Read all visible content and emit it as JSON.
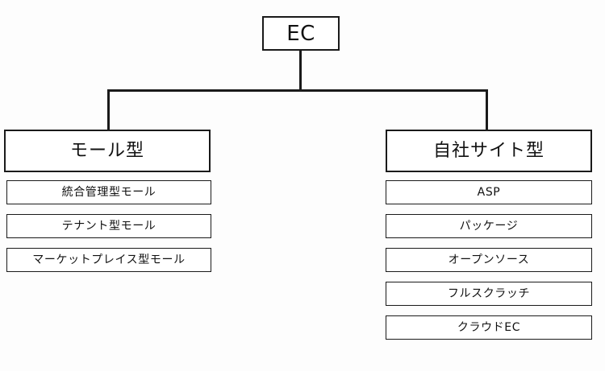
{
  "diagram": {
    "title": "EC",
    "type": "tree",
    "root": {
      "label": "EC"
    },
    "branches": [
      {
        "id": "mall",
        "label": "モール型",
        "children": [
          {
            "label": "統合管理型モール"
          },
          {
            "label": "テナント型モール"
          },
          {
            "label": "マーケットプレイス型モール"
          }
        ]
      },
      {
        "id": "own-site",
        "label": "自社サイト型",
        "children": [
          {
            "label": "ASP"
          },
          {
            "label": "パッケージ"
          },
          {
            "label": "オープンソース"
          },
          {
            "label": "フルスクラッチ"
          },
          {
            "label": "クラウドEC"
          }
        ]
      }
    ],
    "colors": {
      "background": "#fdfdfd",
      "box_fill": "#ffffff",
      "stroke": "#1a1a1a",
      "text": "#111111"
    }
  }
}
